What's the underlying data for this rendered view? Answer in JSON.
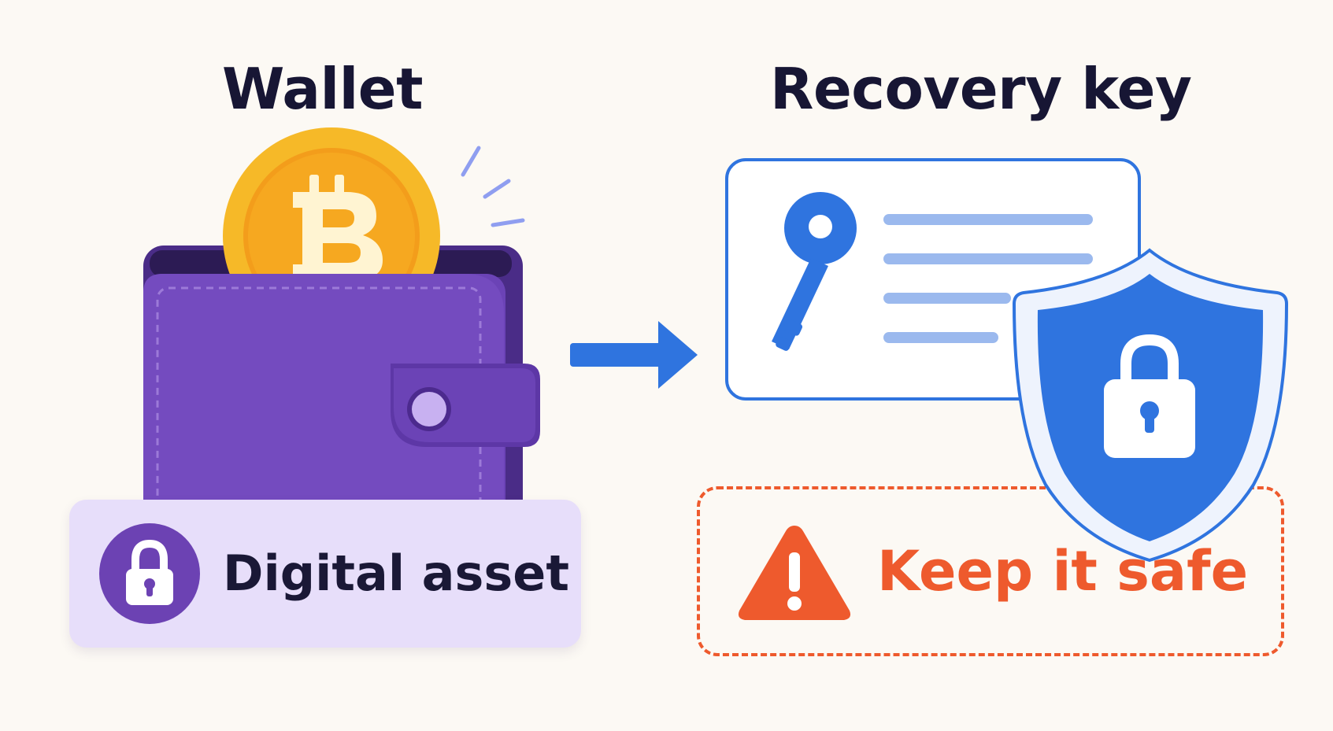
{
  "wallet": {
    "title": "Wallet",
    "coin_icon": "bitcoin-coin-icon",
    "badge_label": "Digital asset",
    "badge_icon": "padlock-icon"
  },
  "recovery": {
    "title": "Recovery key",
    "card_icon": "key-icon",
    "shield_icon": "shield-lock-icon",
    "warning_label": "Keep it safe",
    "warning_icon": "warning-triangle-icon"
  },
  "connector": "arrow-right-icon",
  "colors": {
    "background": "#fcf9f4",
    "heading": "#171634",
    "wallet_purple": "#6c42b3",
    "label_lavender": "#e7defa",
    "coin_gold": "#f5ad24",
    "key_blue": "#2f74df",
    "warning_orange": "#ee5a2d"
  }
}
